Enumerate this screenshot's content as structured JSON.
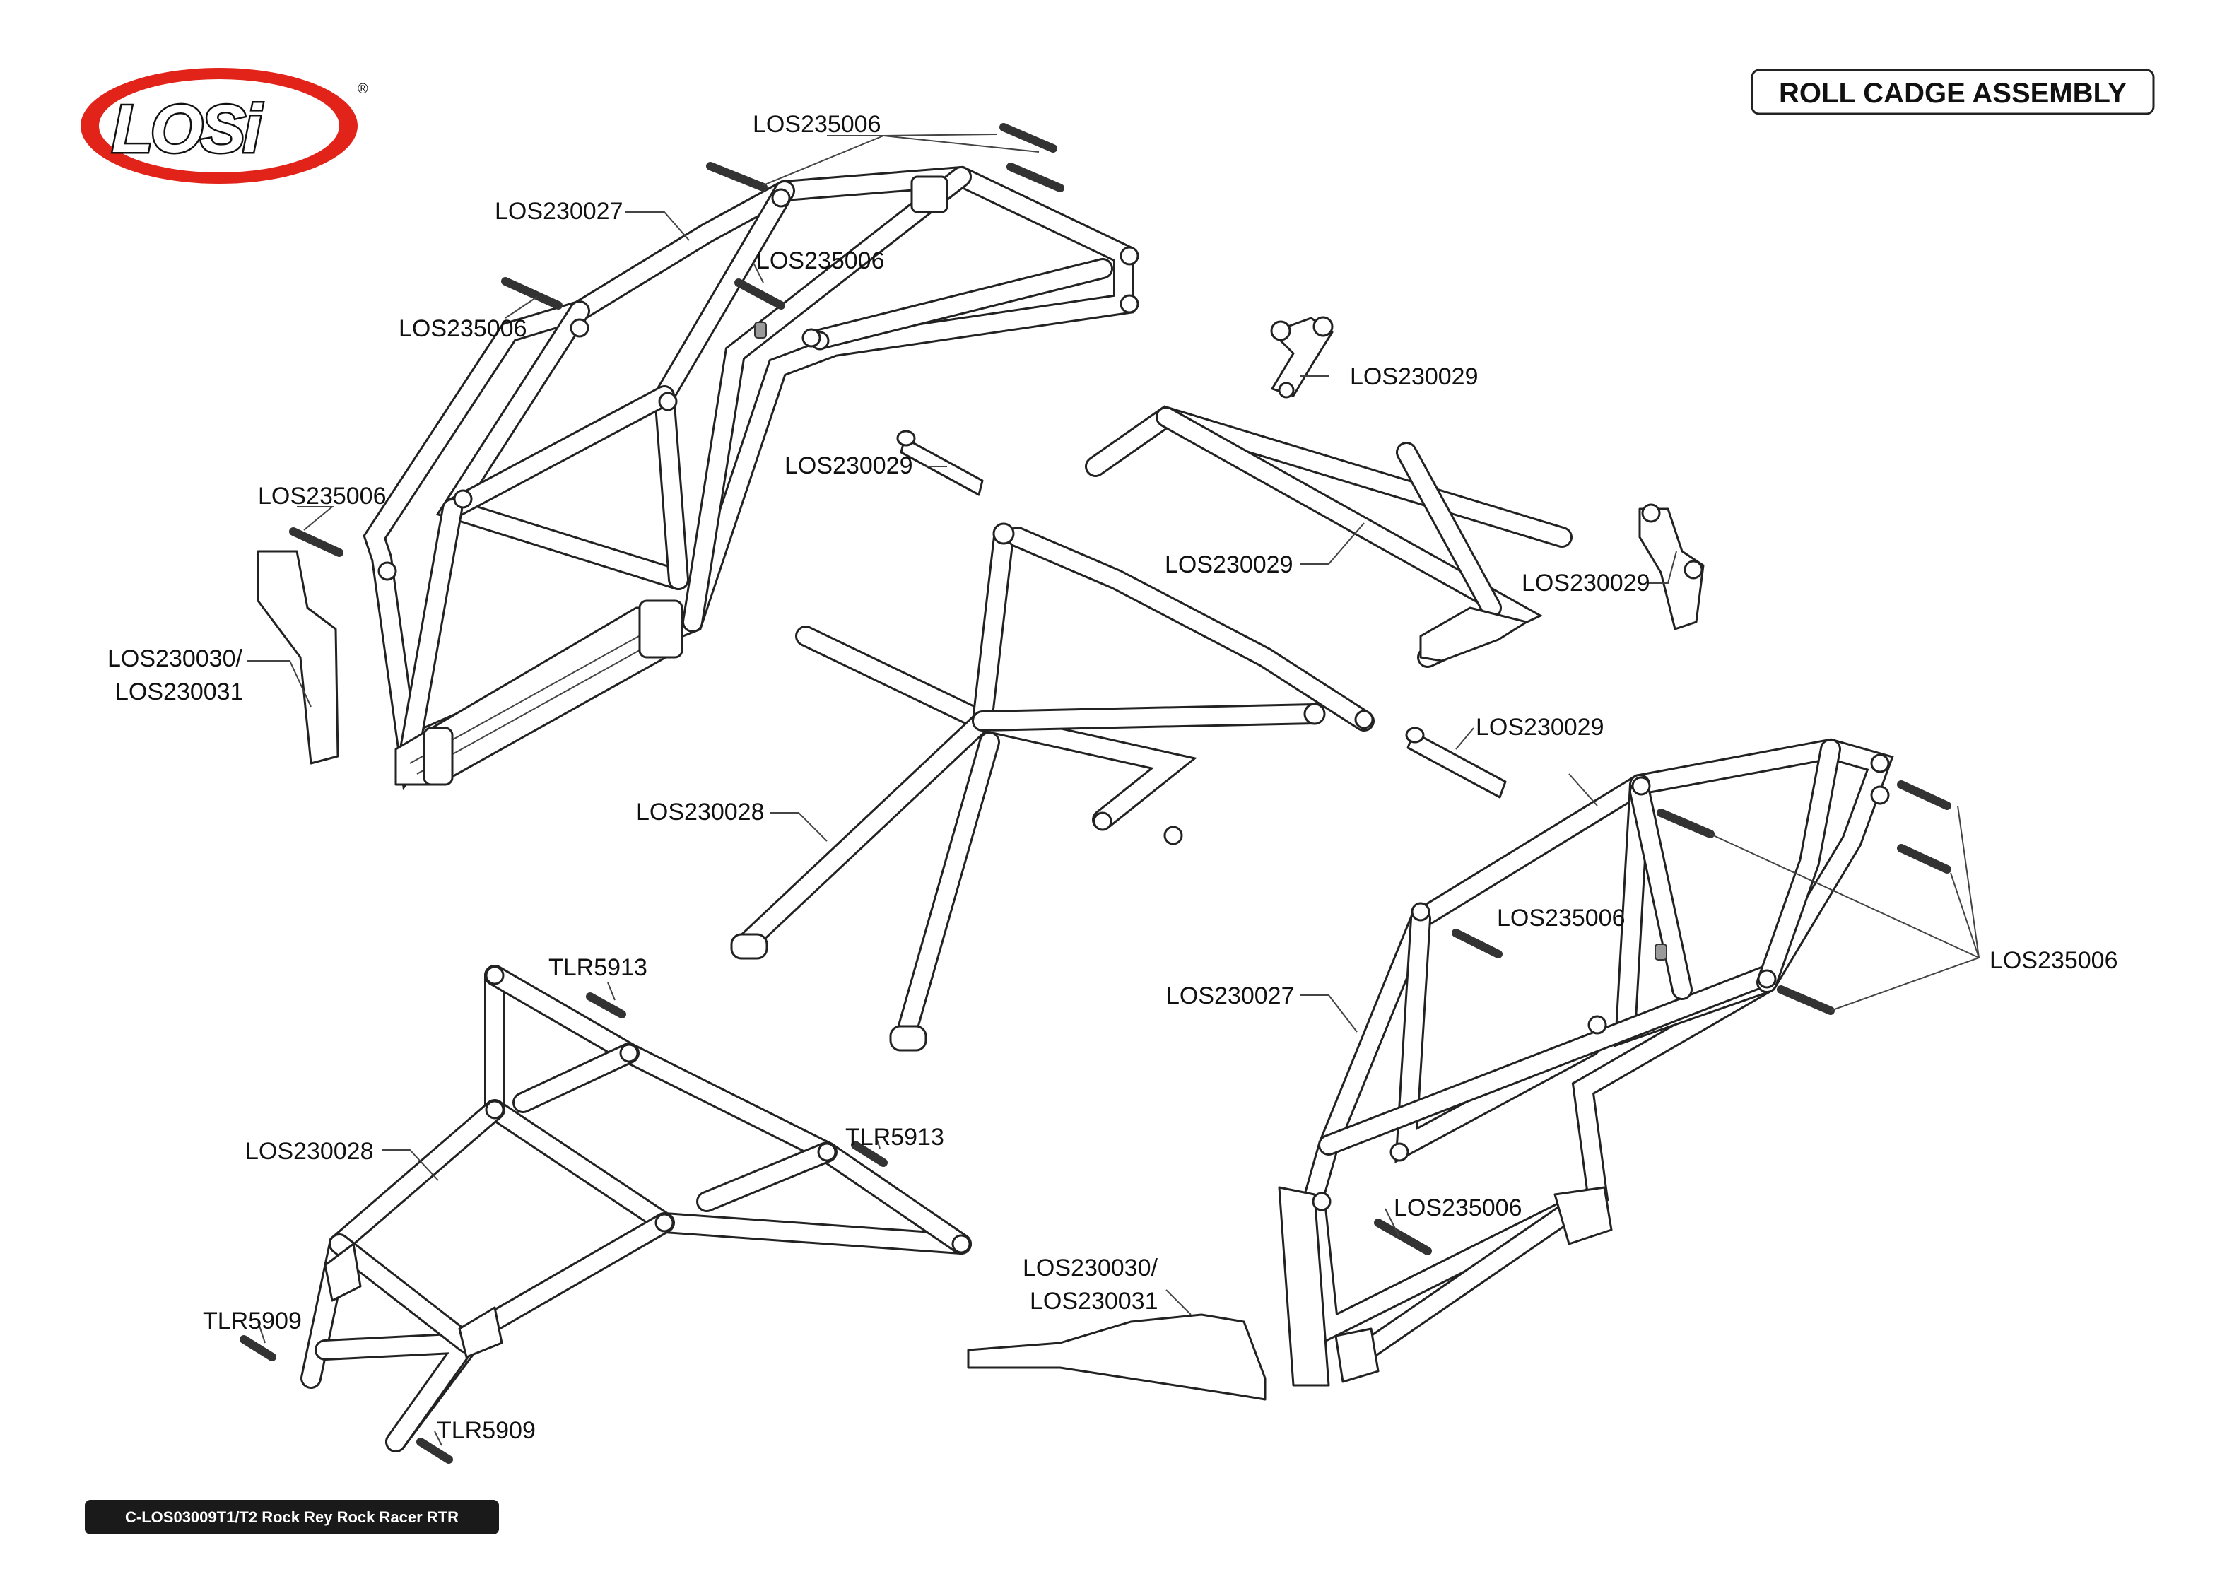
{
  "header": {
    "logo_text": "LOSi",
    "registered_mark": "®",
    "title": "ROLL CADGE ASSEMBLY"
  },
  "footer": {
    "code": "C-LOS03009T1/T2 Rock Rey Rock Racer RTR"
  },
  "callouts": {
    "los235006_top": "LOS235006",
    "los230027_upper": "LOS230027",
    "los235006_mid": "LOS235006",
    "los235006_left": "LOS235006",
    "los235006_side": "LOS235006",
    "los230030_upper": "LOS230030/",
    "los230031_upper": "LOS230031",
    "los230029_bracket_top": "LOS230029",
    "los230029_spacer_a": "LOS230029",
    "los230029_brace": "LOS230029",
    "los230029_bracket_right": "LOS230029",
    "los230029_spacer_b": "LOS230029",
    "los230028_upper": "LOS230028",
    "los235006_lower_mid": "LOS235006",
    "los235006_lower_right": "LOS235006",
    "los230027_lower": "LOS230027",
    "los235006_lower_front": "LOS235006",
    "tlr5913_a": "TLR5913",
    "tlr5913_b": "TLR5913",
    "los230028_lower": "LOS230028",
    "tlr5909_a": "TLR5909",
    "tlr5909_b": "TLR5909",
    "los230030_lower": "LOS230030/",
    "los230031_lower": "LOS230031"
  },
  "colors": {
    "logo_red": "#e2231a",
    "line": "#222222",
    "footer_bg": "#1a1a1a"
  }
}
